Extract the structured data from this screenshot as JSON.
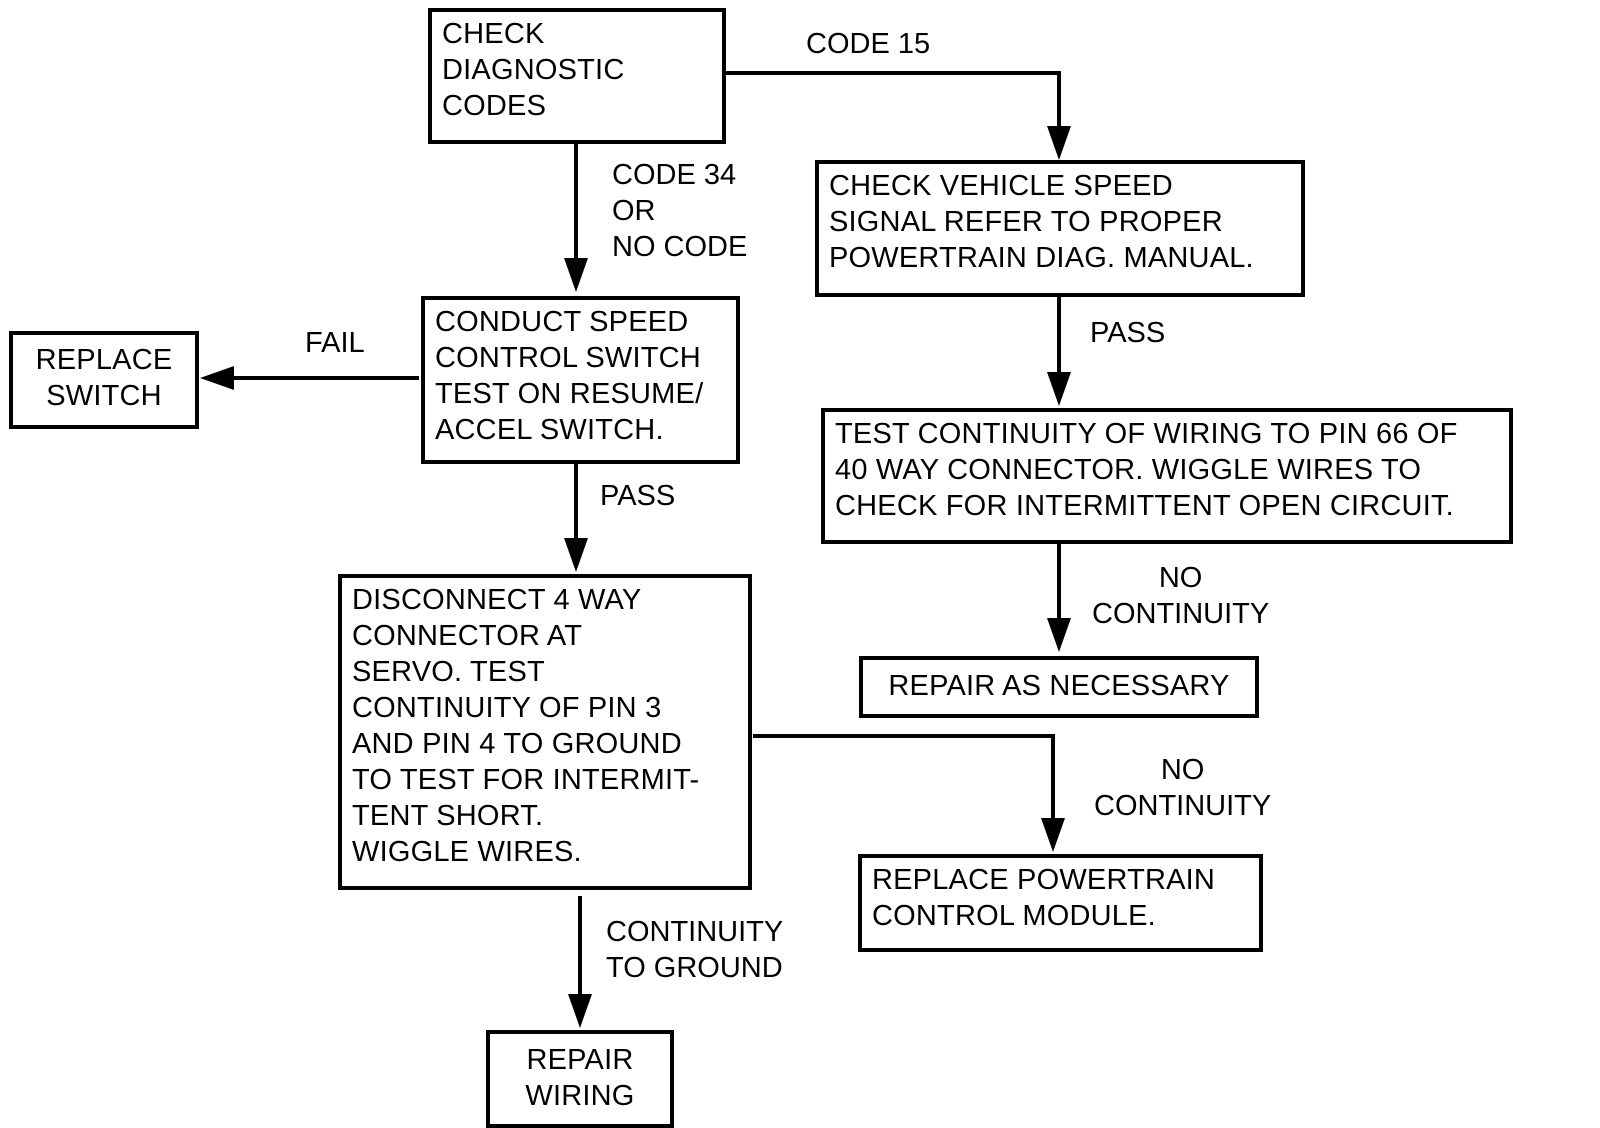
{
  "nodes": {
    "check_codes": "CHECK\nDIAGNOSTIC\nCODES",
    "check_vehicle_speed": "CHECK VEHICLE SPEED\nSIGNAL REFER TO PROPER\nPOWERTRAIN DIAG. MANUAL.",
    "speed_control_test": "CONDUCT SPEED\nCONTROL SWITCH\nTEST ON RESUME/\nACCEL SWITCH.",
    "replace_switch": "REPLACE\nSWITCH",
    "test_continuity_pin66": "TEST CONTINUITY OF WIRING TO PIN 66 OF\n40 WAY CONNECTOR. WIGGLE WIRES TO\nCHECK FOR INTERMITTENT OPEN CIRCUIT.",
    "repair_as_necessary": "REPAIR AS NECESSARY",
    "disconnect_4way": "DISCONNECT 4 WAY\nCONNECTOR AT\nSERVO. TEST\nCONTINUITY OF PIN 3\nAND PIN 4 TO GROUND\nTO TEST FOR INTERMIT-\nTENT SHORT.\nWIGGLE WIRES.",
    "replace_pcm": "REPLACE POWERTRAIN\nCONTROL MODULE.",
    "repair_wiring": "REPAIR\nWIRING"
  },
  "edge_labels": {
    "code_15": "CODE 15",
    "code_34_or_no_code": "CODE 34\nOR\nNO CODE",
    "fail": "FAIL",
    "pass_right": "PASS",
    "pass_left": "PASS",
    "no_continuity_upper": "NO\nCONTINUITY",
    "no_continuity_lower": "NO\nCONTINUITY",
    "continuity_to_ground": "CONTINUITY\nTO GROUND"
  }
}
